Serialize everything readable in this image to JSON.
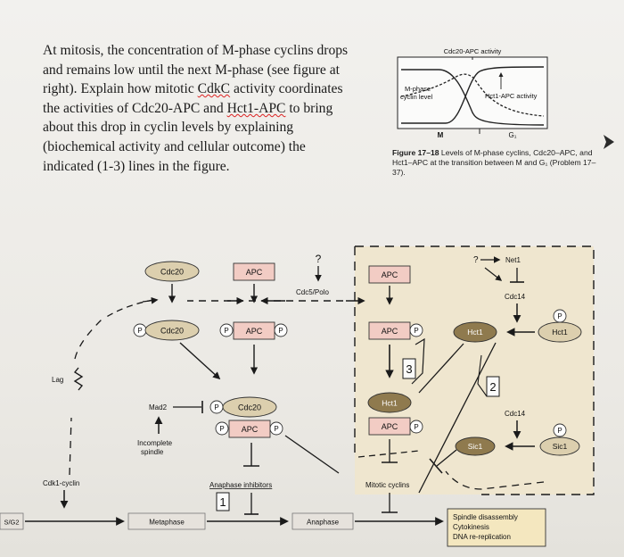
{
  "question": {
    "part1": "At mitosis, the concentration of M-phase cyclins drops and remains low until the next M-phase (see figure at right). Explain how mitotic ",
    "term1": "CdkC",
    "part2": " activity coordinates the activities of Cdc20-APC and ",
    "term2": "Hct1-APC",
    "part3": " to bring about this drop in cyclin levels by explaining (biochemical activity and cellular outcome) the indicated (1-3) lines in the figure."
  },
  "mini_figure": {
    "top_label": "Cdc20-APC activity",
    "left_label_1": "M-phase",
    "left_label_2": "cyclin level",
    "right_label": "Hct1-APC activity",
    "phase_m": "M",
    "phase_g1": "G₁",
    "caption_bold": "Figure 17–18",
    "caption_rest": " Levels of M-phase cyclins, Cdc20–APC, and Hct1–APC at the transition between M and G₁ (Problem 17–37)."
  },
  "diagram": {
    "cdc20_top": "Cdc20",
    "apc_top": "APC",
    "question_mark_1": "?",
    "cdc5_polo": "Cdc5/Polo",
    "p": "P",
    "cdc20_phos": "Cdc20",
    "apc_phos": "APC",
    "lag": "Lag",
    "mad2": "Mad2",
    "incomplete_spindle_1": "Incomplete",
    "incomplete_spindle_2": "spindle",
    "cdc20_complex": "Cdc20",
    "apc_complex": "APC",
    "anaphase_inhibitors": "Anaphase inhibitors",
    "cdk1_cyclin": "Cdk1-cyclin",
    "sg2": "S/G2",
    "metaphase": "Metaphase",
    "anaphase": "Anaphase",
    "apc_mid": "APC",
    "apc_mid_p": "APC",
    "hct1_mid": "Hct1",
    "apc_hct1": "APC",
    "mitotic_cyclins": "Mitotic cyclins",
    "question_mark_2": "?",
    "net1": "Net1",
    "cdc14_top": "Cdc14",
    "hct1_dark": "Hct1",
    "hct1_right": "Hct1",
    "cdc14_bottom": "Cdc14",
    "sic1_dark": "Sic1",
    "sic1_right": "Sic1",
    "outcome_1": "Spindle disassembly",
    "outcome_2": "Cytokinesis",
    "outcome_3": "DNA re-replication",
    "line_1": "1",
    "line_2": "2",
    "line_3": "3"
  },
  "colors": {
    "ellipse_fill": "#dccfae",
    "ellipse_dark": "#8f7a4e",
    "apc_fill": "#f2ccc4",
    "panel_fill": "#efe6cf",
    "phase_box": "#e6e2dc",
    "outcome_box": "#f4e7bf",
    "arrow_blue": "#3a6fb5"
  }
}
